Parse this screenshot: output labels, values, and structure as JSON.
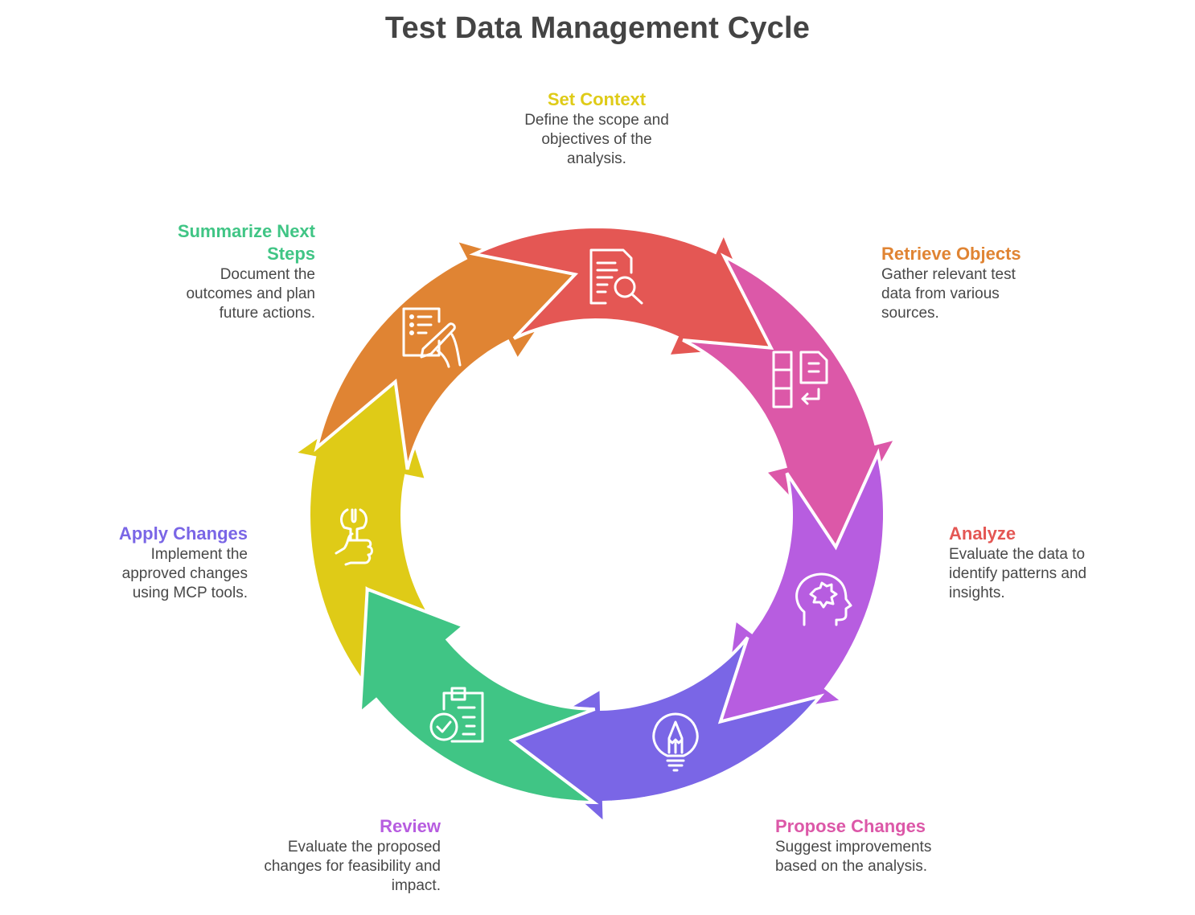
{
  "title": "Test Data Management Cycle",
  "steps": [
    {
      "title": "Set Context",
      "description": "Define the scope and objectives of the analysis.",
      "color": "#DFCB17",
      "icon": "document-search-icon"
    },
    {
      "title": "Retrieve Objects",
      "description": "Gather relevant test data from various sources.",
      "color": "#E08433",
      "icon": "data-retrieve-icon"
    },
    {
      "title": "Analyze",
      "description": "Evaluate the data to identify patterns and insights.",
      "color": "#E45754",
      "icon": "head-puzzle-icon"
    },
    {
      "title": "Propose Changes",
      "description": "Suggest improvements based on the analysis.",
      "color": "#DC58A8",
      "icon": "lightbulb-pencil-icon"
    },
    {
      "title": "Review",
      "description": "Evaluate the proposed changes for feasibility and impact.",
      "color": "#B75DE0",
      "icon": "clipboard-check-icon"
    },
    {
      "title": "Apply Changes",
      "description": "Implement the approved changes using MCP tools.",
      "color": "#7A66E6",
      "icon": "wrench-hand-icon"
    },
    {
      "title": "Summarize Next Steps",
      "description": "Document the outcomes and plan future actions.",
      "color": "#40C585",
      "icon": "document-sign-icon"
    }
  ]
}
